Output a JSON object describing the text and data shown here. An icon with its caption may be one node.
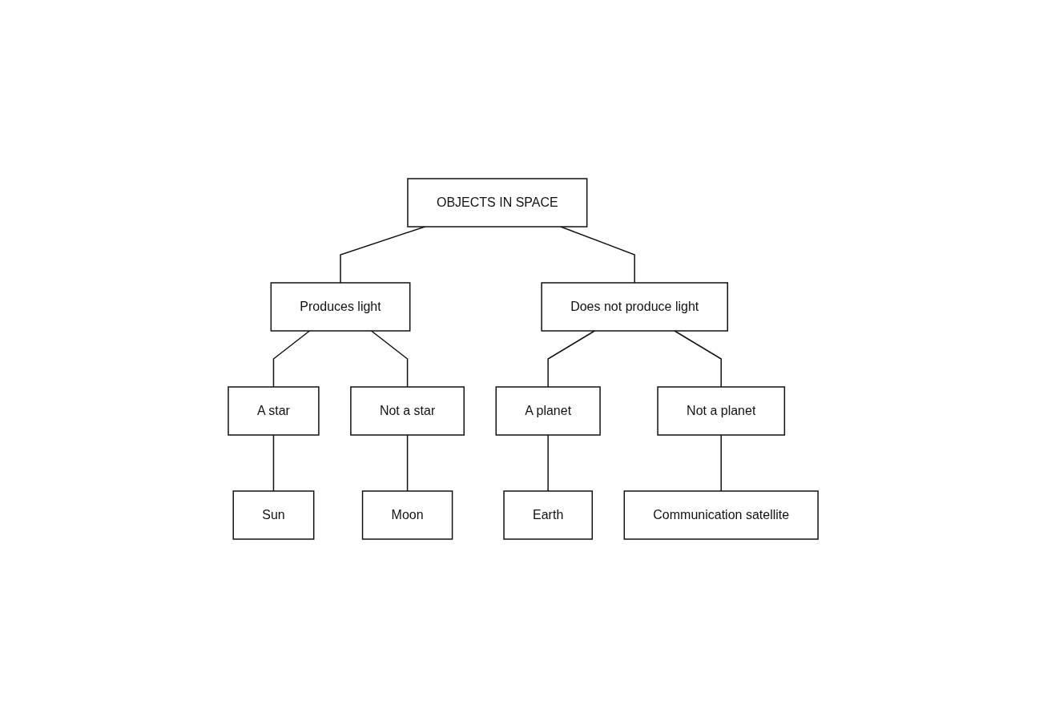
{
  "diagram": {
    "nodes": [
      {
        "text": [
          "OBJECTS IN SPACE"
        ]
      },
      {
        "text": [
          "Produces light"
        ]
      },
      {
        "text": [
          "Does not produce light"
        ]
      },
      {
        "text": [
          "A star"
        ]
      },
      {
        "text": [
          "Not a star"
        ]
      },
      {
        "text": [
          "A planet"
        ]
      },
      {
        "text": [
          "Not a planet"
        ]
      },
      {
        "text": [
          "Sun"
        ]
      },
      {
        "text": [
          "Moon"
        ]
      },
      {
        "text": [
          "Earth"
        ]
      },
      {
        "text": [
          "Communication satellite"
        ]
      }
    ],
    "edges": [
      {
        "from": 0,
        "to": 1,
        "arrow": "none"
      },
      {
        "from": 0,
        "to": 2,
        "arrow": "none"
      },
      {
        "from": 1,
        "to": 3,
        "arrow": "none"
      },
      {
        "from": 1,
        "to": 4,
        "arrow": "none"
      },
      {
        "from": 2,
        "to": 5,
        "arrow": "none"
      },
      {
        "from": 2,
        "to": 6,
        "arrow": "none"
      },
      {
        "from": 3,
        "to": 7,
        "arrow": "none"
      },
      {
        "from": 4,
        "to": 8,
        "arrow": "none"
      },
      {
        "from": 5,
        "to": 9,
        "arrow": "none"
      },
      {
        "from": 6,
        "to": 10,
        "arrow": "none"
      }
    ]
  }
}
